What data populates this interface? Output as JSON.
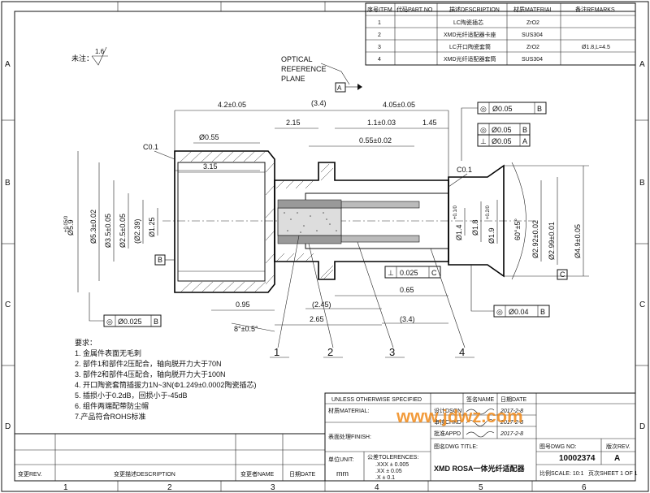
{
  "bom": {
    "headers": [
      "序号ITEM",
      "代码PART NO",
      "描述DESCRIPTION",
      "材质MATERIAL",
      "备注REMARKS"
    ],
    "rows": [
      [
        "1",
        "",
        "LC陶瓷插芯",
        "ZrO2",
        ""
      ],
      [
        "2",
        "",
        "XMD光纤适配器卡座",
        "SUS304",
        ""
      ],
      [
        "3",
        "",
        "LC开口陶瓷套筒",
        "ZrO2",
        "Ø1.8,L=4.5"
      ],
      [
        "4",
        "",
        "XMD光纤适配器套筒",
        "SUS304",
        ""
      ]
    ]
  },
  "border": {
    "rows": [
      "A",
      "B",
      "C",
      "D"
    ],
    "cols": [
      "1",
      "2",
      "3",
      "4",
      "5",
      "6"
    ]
  },
  "surface_note": {
    "label": "未注：",
    "value": "1.6"
  },
  "reference_plane": {
    "text_lines": [
      "OPTICAL",
      "REFERENCE",
      "PLANE"
    ],
    "datum": "A"
  },
  "dims": {
    "d_42": "4.2±0.05",
    "d_34_top": "(3.4)",
    "d_405": "4.05±0.05",
    "d_215": "2.15",
    "d_11": "1.1±0.03",
    "d_145": "1.45",
    "d_055_dia": "Ø0.55",
    "d_055": "0.55±0.02",
    "d_315": "3.15",
    "c01_left": "C0.1",
    "c01_right": "C0.1",
    "d_59": "Ø5.9",
    "d_59_tol": "+0.05/0",
    "d_53": "Ø5.3±0.02",
    "d_35": "Ø3.5±0.05",
    "d_25": "Ø2.5±0.05",
    "d_239": "(Ø2.39)",
    "d_125": "Ø1.25",
    "d_14": "Ø1.4",
    "d_14_tol": "+0.1/0",
    "d_18": "Ø1.8",
    "d_19": "Ø1.9",
    "d_19_tol": "+0.2/0",
    "d_60": "60°±5°",
    "d_292": "Ø2.92±0.02",
    "d_299": "Ø2.99±0.01",
    "d_49": "Ø4.9±0.05",
    "d_065": "0.65",
    "d_095": "0.95",
    "d_245": "(2.45)",
    "d_265": "2.65",
    "d_34_bot": "(3.4)",
    "d_angle": "8°±0.5°"
  },
  "tolerances": {
    "fcf_top1": {
      "symbol": "◎",
      "value": "Ø0.05",
      "datum": "B"
    },
    "fcf_top2": {
      "symbol": "◎",
      "value": "Ø0.05",
      "datum": "B"
    },
    "fcf_top3": {
      "symbol": "⊥",
      "value": "Ø0.05",
      "datum": "A"
    },
    "fcf_mid": {
      "symbol": "⊥",
      "value": "0.025",
      "datum": "C"
    },
    "fcf_left": {
      "symbol": "◎",
      "value": "Ø0.025",
      "datum": "B"
    },
    "fcf_right": {
      "symbol": "◎",
      "value": "Ø0.04",
      "datum": "B"
    },
    "datum_b": "B",
    "datum_c": "C"
  },
  "callouts": [
    "1",
    "2",
    "3",
    "4"
  ],
  "requirements": {
    "title": "要求：",
    "items": [
      "1. 金属件表面无毛刺",
      "2. 部件1和部件2压配合，轴向脱开力大于70N",
      "3. 部件2和部件4压配合，轴向脱开力大于100N",
      "4. 开口陶瓷套筒插拔力1N~3N(Φ1.249±0.0002陶瓷插芯)",
      "5. 插损小于0.2dB，回损小于-45dB",
      "6. 组件两端配带防尘帽",
      "7.产品符合ROHS标准"
    ]
  },
  "title_block": {
    "unless": "UNLESS OTHERWISE SPECIFIED",
    "material": "材质MATERIAL:",
    "finish": "表面处理FINISH:",
    "unit_label": "单位UNIT:",
    "unit": "mm",
    "tol_label": "公差TOLERENCES:",
    "tol_xxx": ".XXX ± 0.005",
    "tol_xx": ".XX  ± 0.05",
    "tol_x": ".X   ± 0.1",
    "sign": "签名NAME",
    "date": "日期DATE",
    "design": "设计DSGN",
    "check": "审核CHKD",
    "approve": "批准APPD",
    "sig_date1": "2017-2-8",
    "sig_date2": "2017-2-8",
    "sig_date3": "2017-2-8",
    "title_label": "图名DWG TITLE:",
    "title": "XMD ROSA一体光纤适配器",
    "dwg_label": "图号DWG NO:",
    "dwg_no": "10002374",
    "rev_label": "版次REV.",
    "rev": "A",
    "scale": "比例SCALE:  10:1",
    "sheet": "页次SHEET 1 OF 1",
    "rev_hdr": "变更REV.",
    "rev_desc": "变更描述DESCRIPTION",
    "rev_name": "变更者NAME",
    "rev_date": "日期DATE"
  },
  "watermark": "www.jdwz.com"
}
